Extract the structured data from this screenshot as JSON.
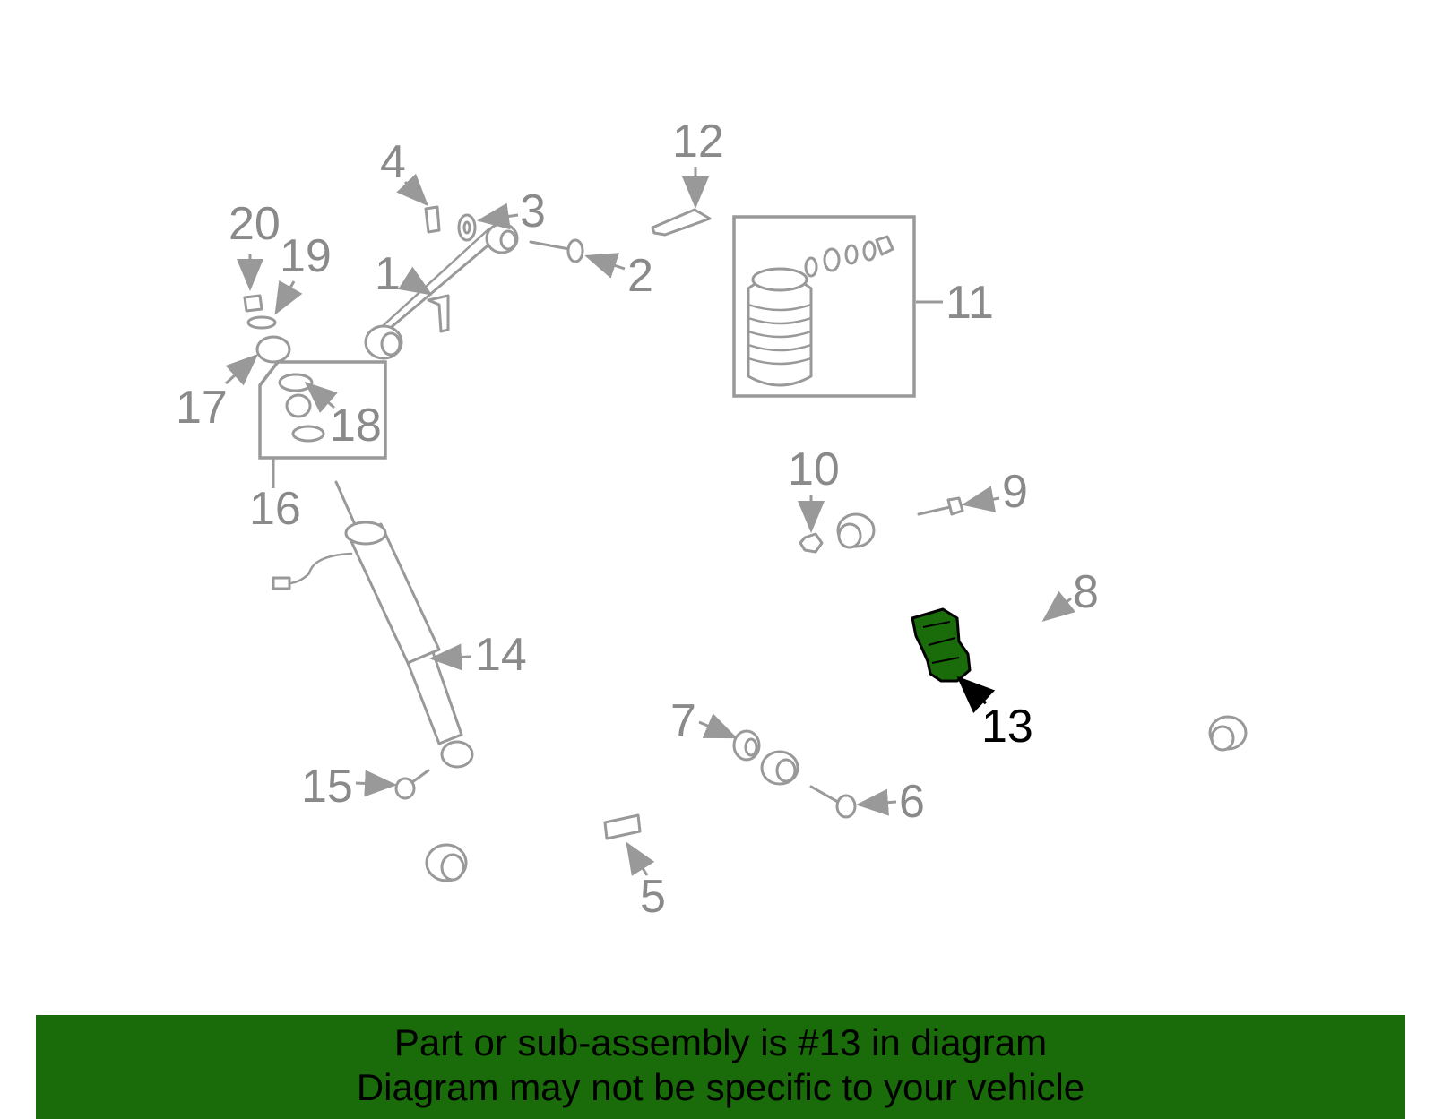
{
  "colors": {
    "highlight": "#1a6b0a",
    "line": "#999999",
    "label": "#8a8a8a",
    "highlight_label": "#000000"
  },
  "diagram": {
    "labels": [
      "1",
      "2",
      "3",
      "4",
      "5",
      "6",
      "7",
      "8",
      "9",
      "10",
      "11",
      "12",
      "13",
      "14",
      "15",
      "16",
      "17",
      "18",
      "19",
      "20"
    ],
    "highlighted_part": "13"
  },
  "banner": {
    "line1": "Part or sub-assembly is #13 in diagram",
    "line2": "Diagram may not be specific to your vehicle"
  }
}
